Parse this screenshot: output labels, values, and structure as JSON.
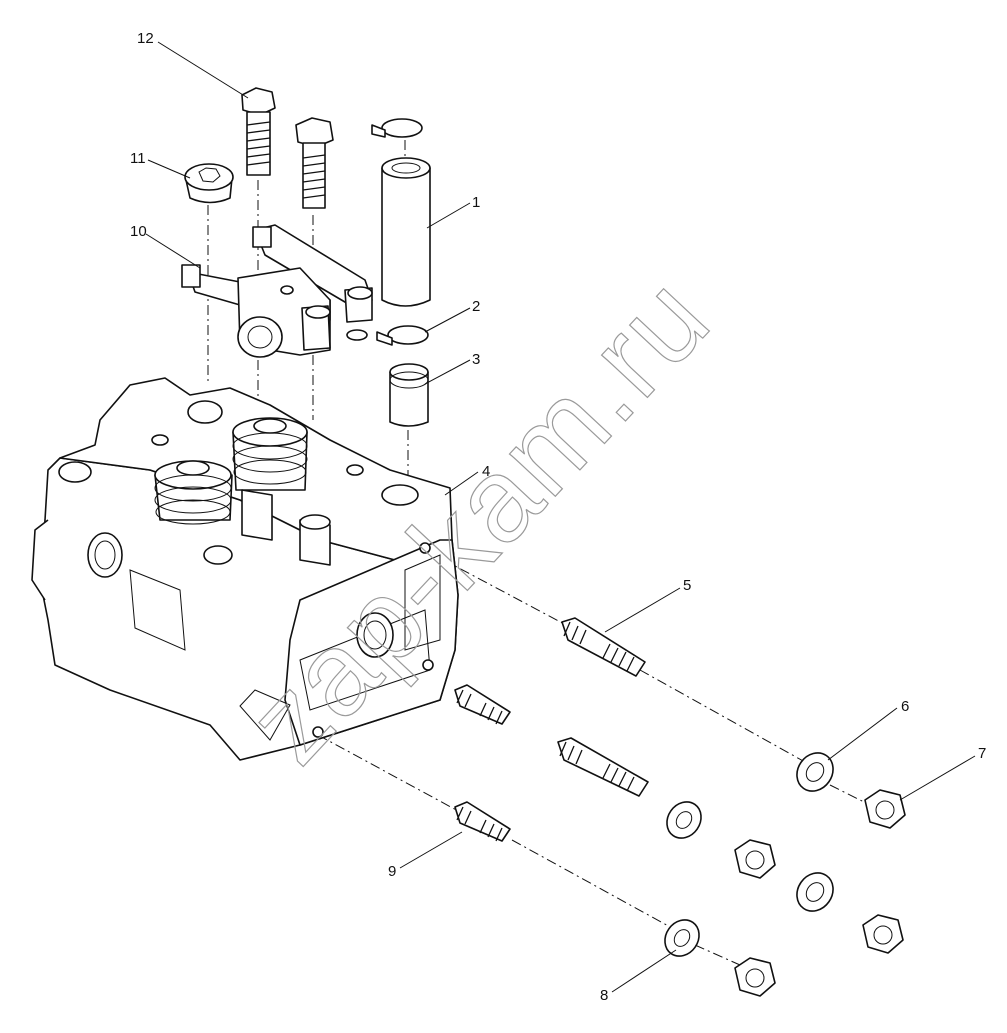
{
  "watermark": "zap-kam.ru",
  "callouts": {
    "c1": "1",
    "c2": "2",
    "c3": "3",
    "c4": "4",
    "c5": "5",
    "c6": "6",
    "c7": "7",
    "c8": "8",
    "c9": "9",
    "c10": "10",
    "c11": "11",
    "c12": "12"
  },
  "colors": {
    "line": "#111111",
    "watermark": "#9a9a9a",
    "background": "#ffffff"
  }
}
